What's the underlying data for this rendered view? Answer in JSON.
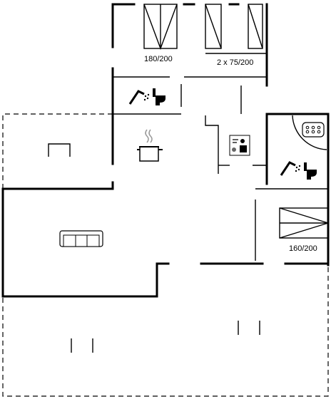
{
  "rooms": {
    "bedroom_1": {
      "bed_label": "180/200"
    },
    "bedroom_2": {
      "bed_label": "2 x 75/200"
    },
    "bedroom_3": {
      "bed_label": "160/200"
    }
  },
  "icons": {
    "bathroom_1": [
      "shower-icon",
      "toilet-icon"
    ],
    "bathroom_2": [
      "whirlpool-icon",
      "shower-icon",
      "toilet-icon"
    ],
    "kitchen": [
      "cooking-pot-icon"
    ],
    "utility": [
      "washing-machine-icon"
    ],
    "living": [
      "sofa-icon"
    ],
    "terrace": [
      "outdoor-seat-icon"
    ]
  }
}
